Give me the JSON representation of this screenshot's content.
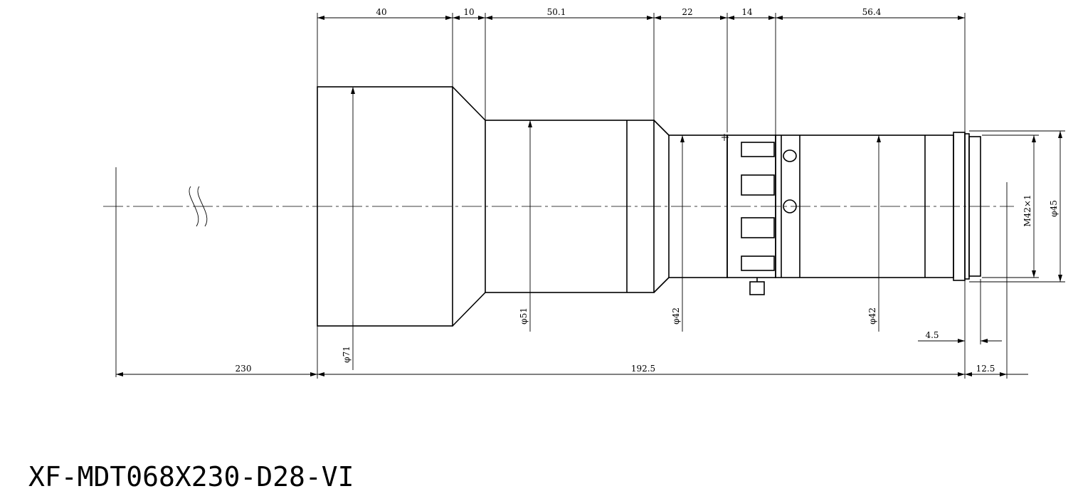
{
  "model": "XF-MDT068X230-D28-VI",
  "top_dims": {
    "d1": "40",
    "d2": "10",
    "d3": "50.1",
    "d4": "22",
    "d5": "14",
    "d6": "56.4"
  },
  "bottom_dims": {
    "working_distance": "230",
    "total_length": "192.5",
    "flange": "12.5",
    "thread_depth": "4.5"
  },
  "diameters": {
    "front": "φ71",
    "barrel": "φ51",
    "mid": "φ42",
    "rear": "φ42",
    "mount_thread": "M42×1",
    "mount_outer": "φ45"
  }
}
